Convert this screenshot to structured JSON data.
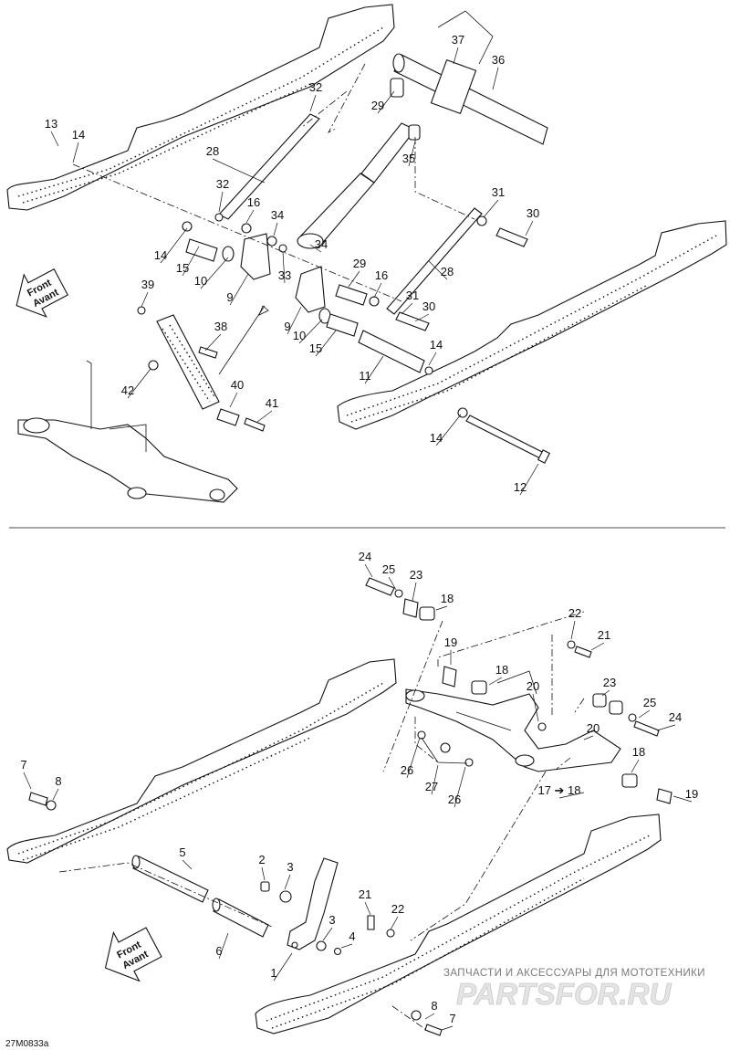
{
  "front_arrow": {
    "line1": "Front",
    "line2": "Avant"
  },
  "watermark": {
    "tagline": "ЗАПЧАСТИ И АКСЕССУАРЫ ДЛЯ МОТОТЕХНИКИ",
    "brand": "PARTSFOR.RU"
  },
  "drawing_code": "27M0833a",
  "callouts_top": [
    "37",
    "36",
    "32",
    "29",
    "13",
    "14",
    "35",
    "28",
    "32",
    "16",
    "34",
    "31",
    "30",
    "14",
    "15",
    "10",
    "33",
    "34",
    "29",
    "16",
    "28",
    "9",
    "39",
    "31",
    "30",
    "9",
    "10",
    "38",
    "15",
    "14",
    "11",
    "42",
    "40",
    "41",
    "14",
    "12"
  ],
  "callouts_bottom": [
    "24",
    "25",
    "23",
    "18",
    "22",
    "21",
    "19",
    "18",
    "20",
    "23",
    "25",
    "24",
    "20",
    "18",
    "7",
    "8",
    "26",
    "27",
    "26",
    "17 ➔ 18",
    "19",
    "5",
    "2",
    "3",
    "21",
    "22",
    "3",
    "4",
    "6",
    "1",
    "8",
    "7"
  ]
}
